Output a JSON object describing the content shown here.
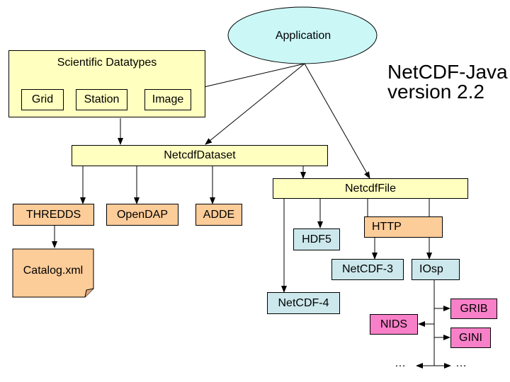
{
  "title": {
    "line1": "NetCDF-Java",
    "line2": "version 2.2"
  },
  "nodes": {
    "application": "Application",
    "scientific_datatypes": "Scientific Datatypes",
    "grid": "Grid",
    "station": "Station",
    "image": "Image",
    "netcdf_dataset": "NetcdfDataset",
    "netcdf_file": "NetcdfFile",
    "thredds": "THREDDS",
    "opendap": "OpenDAP",
    "adde": "ADDE",
    "catalog_xml": "Catalog.xml",
    "hdf5": "HDF5",
    "http": "HTTP",
    "netcdf3": "NetCDF-3",
    "iosp": "IOsp",
    "netcdf4": "NetCDF-4",
    "grib": "GRIB",
    "nids": "NIDS",
    "gini": "GINI",
    "ellipsis_left": "…",
    "ellipsis_right": "…"
  },
  "colors": {
    "yellow": "#ffffc0",
    "orange": "#fccc99",
    "teal": "#cce8ec",
    "pink": "#f880c8",
    "ellipse": "#cbf7f7"
  }
}
